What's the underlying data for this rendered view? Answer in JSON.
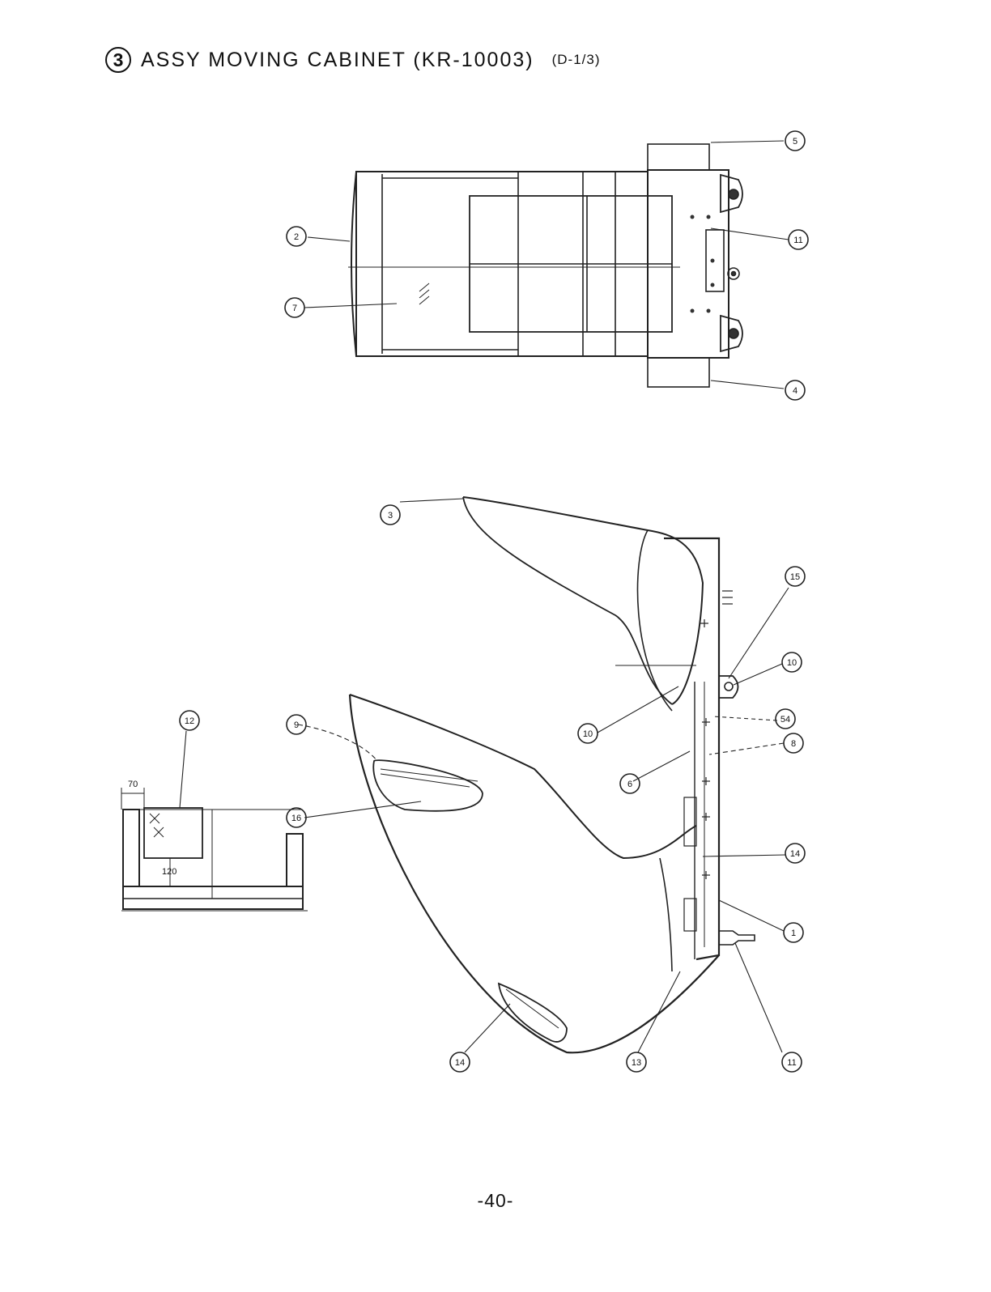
{
  "title": {
    "number": "3",
    "text": "ASSY MOVING CABINET (KR-10003)",
    "sheet": "(D-1/3)"
  },
  "page_number": "-40-",
  "callouts": {
    "top_view": {
      "c2": "2",
      "c7": "7",
      "c5": "5",
      "c11": "11",
      "c4": "4"
    },
    "side_view": {
      "c3": "3",
      "c15": "15",
      "c10": "10",
      "c10b": "10",
      "c54": "54",
      "c8": "8",
      "c6": "6",
      "c14": "14",
      "c1": "1",
      "c13": "13",
      "c11b": "11",
      "c14b": "14"
    },
    "small_view": {
      "c12": "12",
      "c9": "9",
      "c16": "16"
    }
  },
  "dimensions": {
    "d70": "70",
    "d120": "120"
  }
}
